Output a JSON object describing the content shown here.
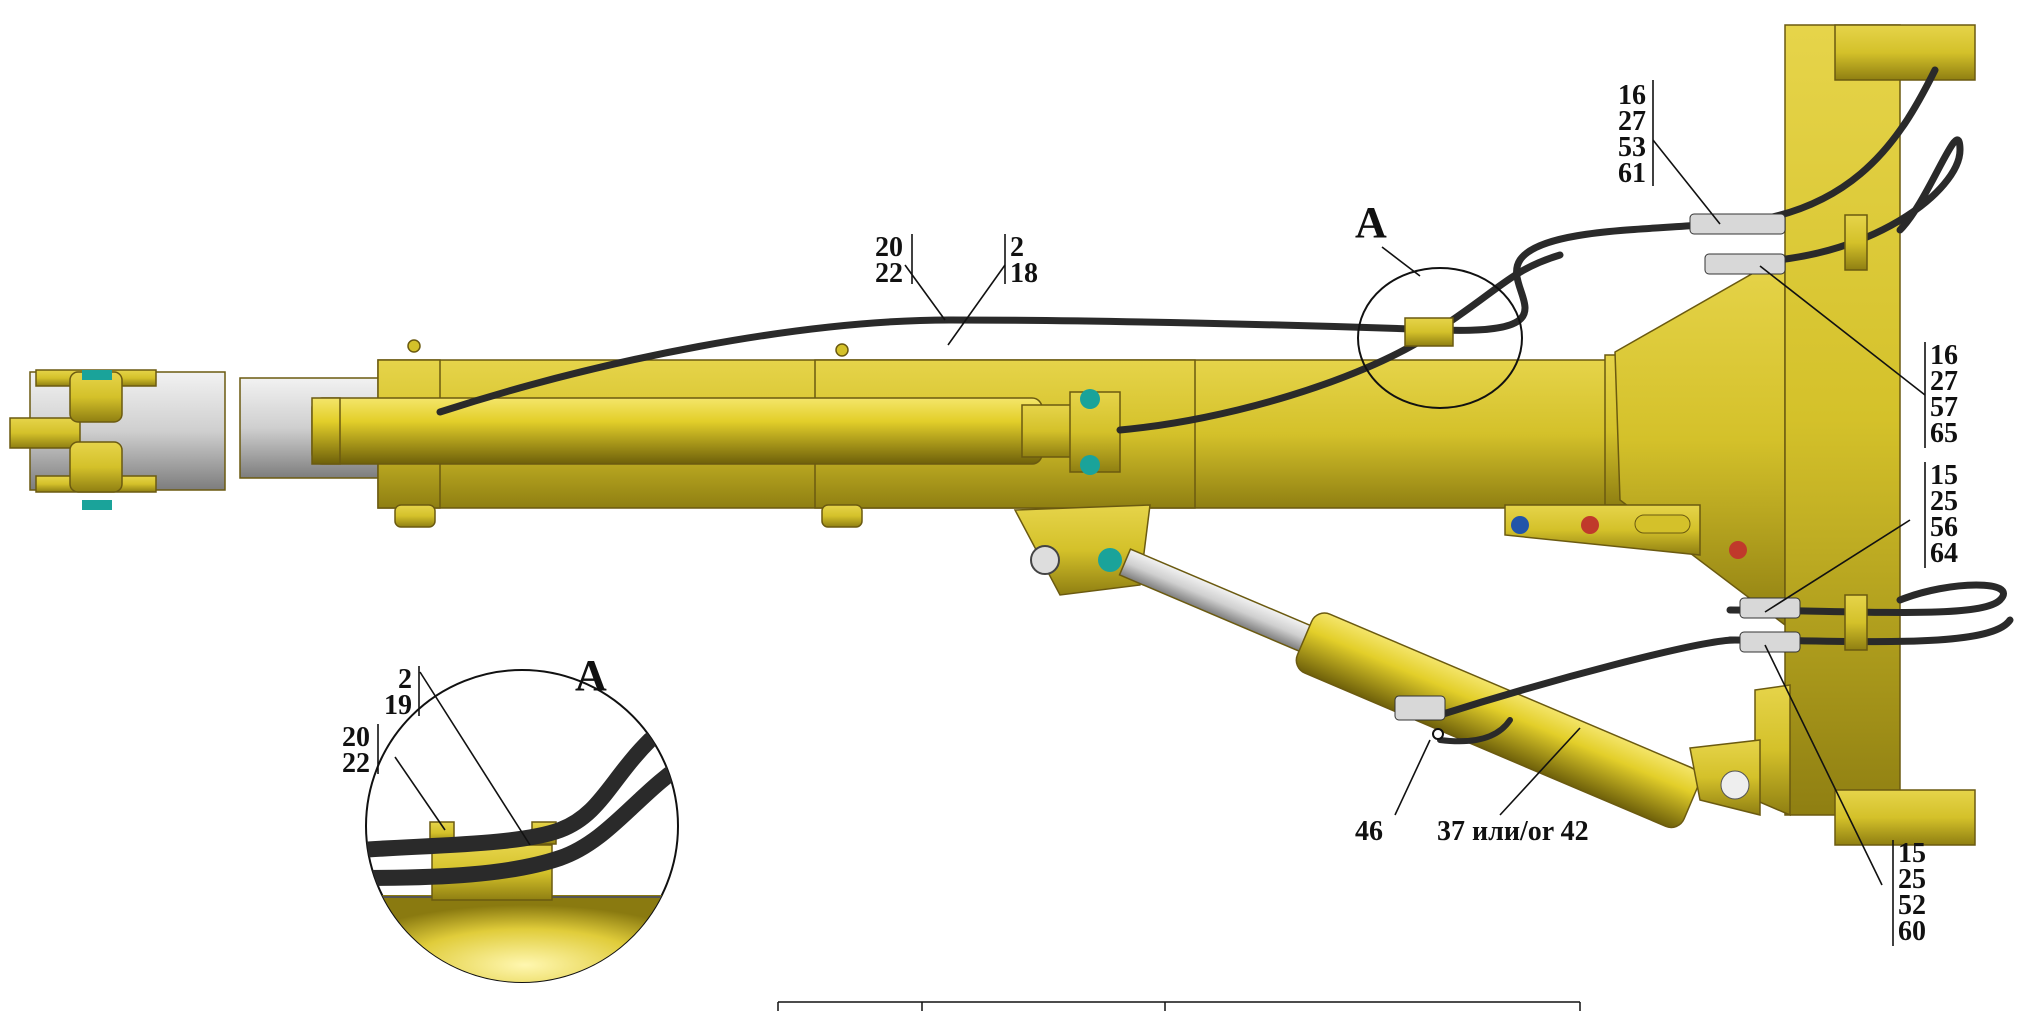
{
  "view_label": "A",
  "detail_label": "A",
  "callouts": {
    "top_left_a": [
      "20",
      "22"
    ],
    "top_left_b": [
      "2",
      "18"
    ],
    "top_right": [
      "16",
      "27",
      "53",
      "61"
    ],
    "right_mid": [
      "16",
      "27",
      "57",
      "65"
    ],
    "right_low": [
      "15",
      "25",
      "56",
      "64"
    ],
    "bottom_right": [
      "15",
      "25",
      "52",
      "60"
    ],
    "part_46": "46",
    "part_37_42": "37 или/or 42",
    "detail_a": [
      "2",
      "19"
    ],
    "detail_b": [
      "20",
      "22"
    ]
  },
  "colors": {
    "yellow": "#d4c12a",
    "yellow_dark": "#a8961a",
    "steel": "#c9c9c9",
    "hose": "#2a2a2a",
    "red": "#c0392b",
    "blue": "#2255aa",
    "teal": "#1aa39a"
  }
}
